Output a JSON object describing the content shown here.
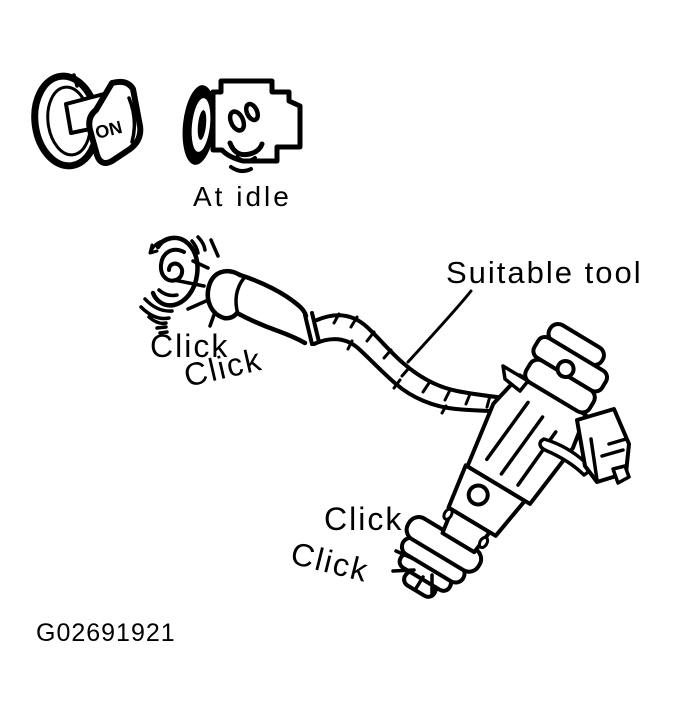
{
  "page": {
    "background_color": "#ffffff",
    "ink_color": "#000000"
  },
  "diagram": {
    "figure_id": "G02691921",
    "ignition_key": {
      "icon": "ignition-key-on-icon",
      "position_label": "ON"
    },
    "engine": {
      "icon": "engine-at-idle-icon",
      "caption": "At idle"
    },
    "ear": {
      "icon": "ear-icon",
      "sound_words": [
        "Click",
        "Click"
      ]
    },
    "tool": {
      "icon": "listening-tool-icon",
      "label": "Suitable tool"
    },
    "injector": {
      "icon": "fuel-injector-icon",
      "sound_words": [
        "Click",
        "Click"
      ]
    }
  }
}
